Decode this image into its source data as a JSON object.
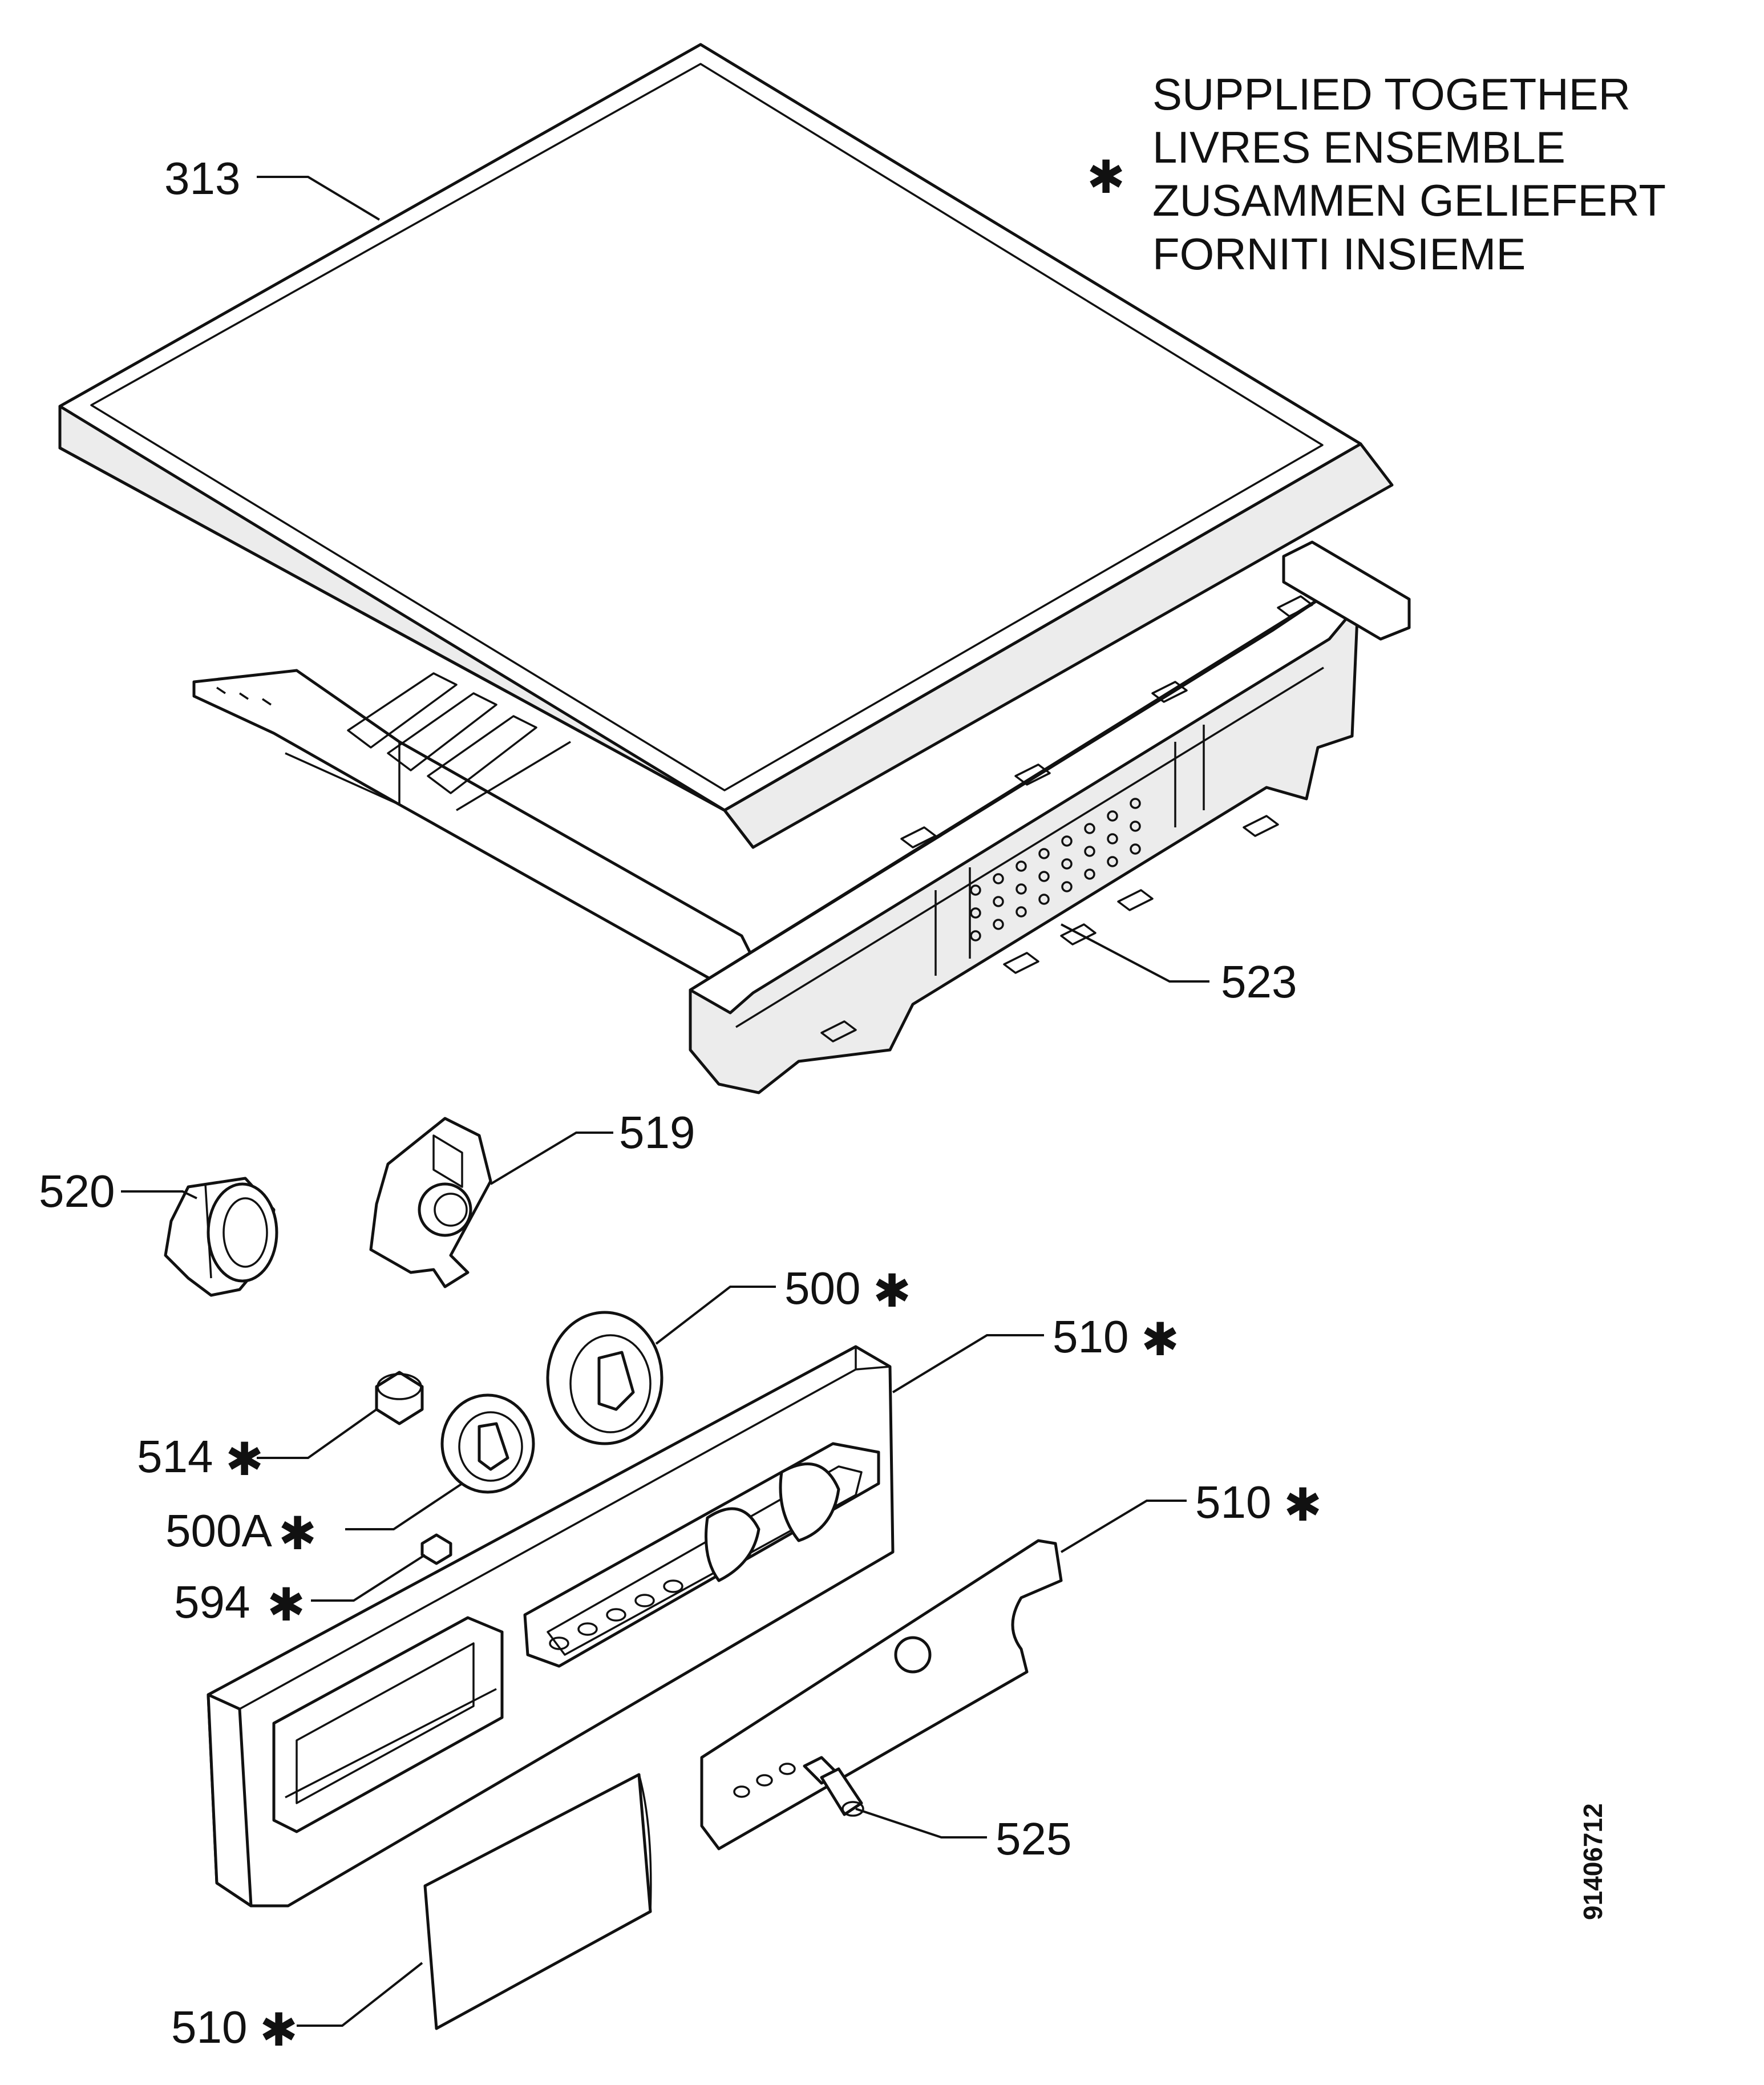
{
  "legend": {
    "symbol": "✱",
    "lines": [
      "SUPPLIED TOGETHER",
      "LIVRES ENSEMBLE",
      "ZUSAMMEN GELIEFERT",
      "FORNITI INSIEME"
    ]
  },
  "document_number": "91406712",
  "parts": {
    "p313": "313",
    "p523": "523",
    "p519": "519",
    "p520": "520",
    "p500": "500",
    "p510_panel": "510",
    "p514": "514",
    "p500a": "500A",
    "p594": "594",
    "p510_insert": "510",
    "p525": "525",
    "p510_flap": "510"
  },
  "marks": {
    "p500": "✱",
    "p510_panel": "✱",
    "p514": "✱",
    "p500a": "✱",
    "p594": "✱",
    "p510_insert": "✱",
    "p510_flap": "✱"
  }
}
